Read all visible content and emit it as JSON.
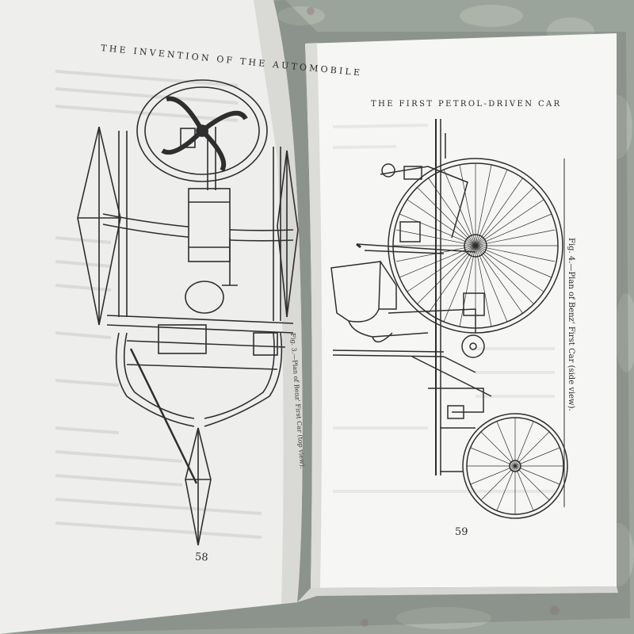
{
  "left_page": {
    "header": "THE INVENTION OF THE AUTOMOBILE",
    "page_number": "58",
    "caption": "Fig. 3.—Plan of Benz' First Car (top view)."
  },
  "right_page": {
    "header": "THE FIRST PETROL-DRIVEN CAR",
    "page_number": "59",
    "caption": "Fig. 4.—Plan of Benz' First Car (side view)."
  },
  "colors": {
    "paper": "#f4f4f2",
    "ink": "#2e2e2e",
    "background_fabric": "#9aa39a"
  }
}
